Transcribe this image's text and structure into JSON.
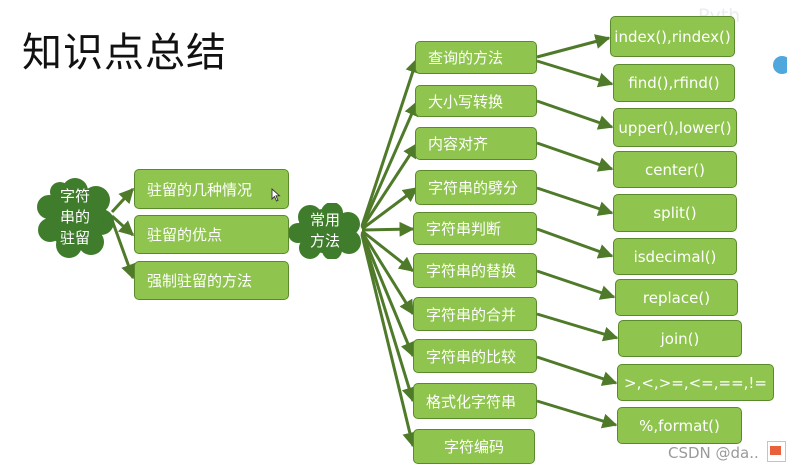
{
  "title": "知识点总结",
  "watermark": "Pyth",
  "csdn_text": "CSDN @da..",
  "colors": {
    "box_fill": "#8fc54e",
    "box_border": "#5b8a2c",
    "arrow": "#4e7a2a",
    "text": "#ffffff"
  },
  "icons": [
    "cursor-icon",
    "csdn-logo-icon"
  ],
  "resident": {
    "label": "字符\n串的\n驻留",
    "items": [
      "驻留的几种情况",
      "驻留的优点",
      "强制驻留的方法"
    ]
  },
  "common": {
    "label": "常用\n方法",
    "groups": [
      "查询的方法",
      "大小写转换",
      "内容对齐",
      "字符串的劈分",
      "字符串判断",
      "字符串的替换",
      "字符串的合并",
      "字符串的比较",
      "格式化字符串",
      "字符编码"
    ]
  },
  "functions": [
    "index(),rindex()",
    "find(),rfind()",
    "upper(),lower()",
    "center()",
    "split()",
    "isdecimal()",
    "replace()",
    "join()",
    ">,<,>=,<=,==,!=",
    "%,format()"
  ]
}
